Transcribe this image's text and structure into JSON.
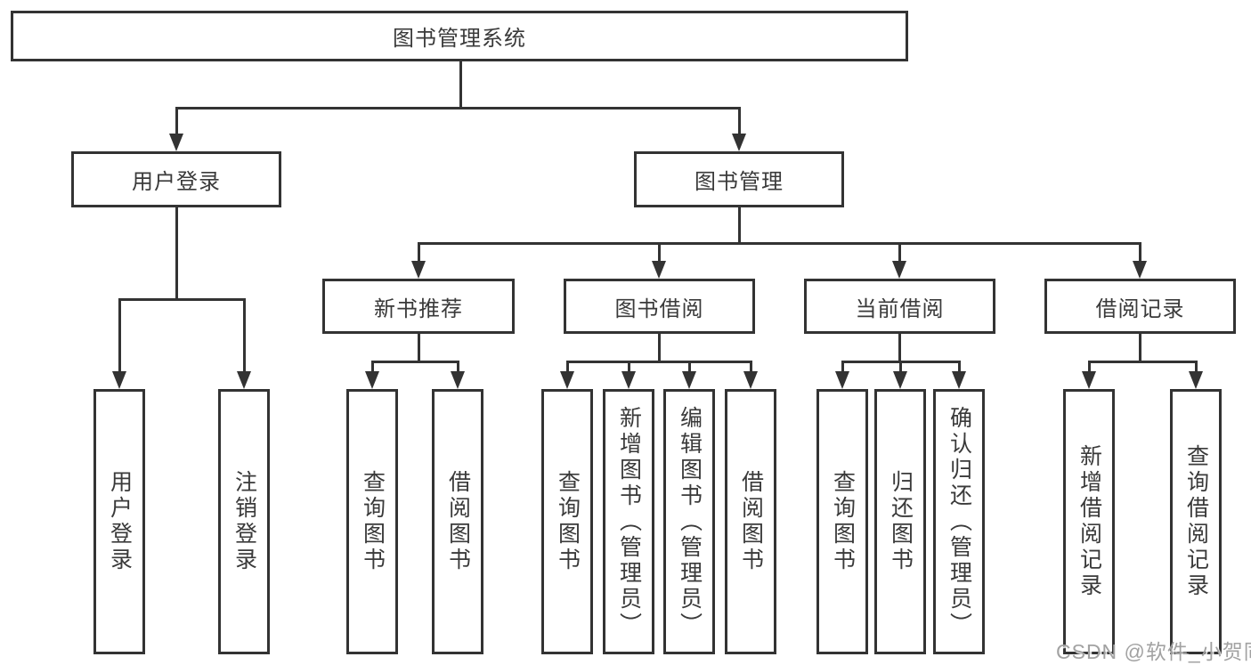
{
  "colors": {
    "line": "#333333",
    "box_border": "#333333",
    "box_fill": "#ffffff",
    "text": "#3a3a3a",
    "watermark": "#a2a2a2"
  },
  "diagram": {
    "root": {
      "label": "图书管理系统"
    },
    "level2": {
      "user_login": {
        "label": "用户登录"
      },
      "book_mgmt": {
        "label": "图书管理"
      }
    },
    "level3": {
      "new_book_rec": {
        "label": "新书推荐"
      },
      "book_borrow": {
        "label": "图书借阅"
      },
      "current_borrow": {
        "label": "当前借阅"
      },
      "borrow_records": {
        "label": "借阅记录"
      }
    },
    "leaves": {
      "user_login": [
        "用户登录",
        "注销登录"
      ],
      "new_book_rec": [
        "查询图书",
        "借阅图书"
      ],
      "book_borrow": [
        "查询图书",
        "新增图书（管理员）",
        "编辑图书（管理员）",
        "借阅图书"
      ],
      "current_borrow": [
        "查询图书",
        "归还图书",
        "确认归还（管理员）"
      ],
      "borrow_records": [
        "新增借阅记录",
        "查询借阅记录"
      ]
    }
  },
  "watermark": {
    "text": "CSDN @软件_小贺同学"
  }
}
